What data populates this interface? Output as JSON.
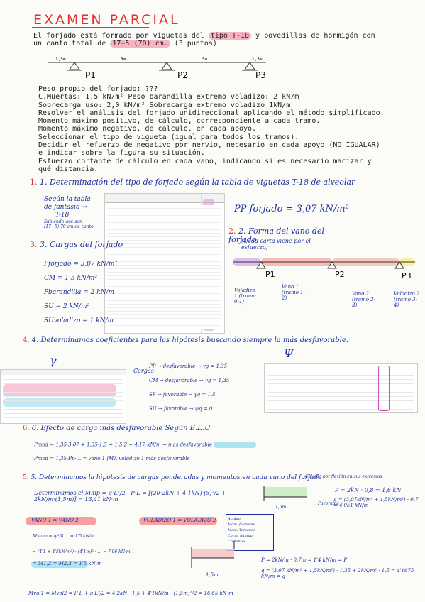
{
  "title": "EXAMEN PARCIAL",
  "intro": {
    "line1_a": "El forjado está formado por viguetas del ",
    "line1_hl": "tipo T-18",
    "line1_b": " y bovedillas de hormigón con",
    "line2_a": "un canto total de ",
    "line2_hl": "17+5 (70) cm.",
    "line2_b": " (3 puntos)"
  },
  "beam": {
    "dim1": "1,5m",
    "dim2": "5m",
    "dim3": "5m",
    "dim4": "1,5m",
    "supports": [
      "P1",
      "P2",
      "P3"
    ]
  },
  "data_lines": [
    "Peso propio del forjado:          ???",
    "C.Muertas:     1.5 kN/m²      Peso barandilla extremo voladizo:  2 kN/m",
    "Sobrecarga uso: 2,0 kN/m²   Sobrecarga extremo voladizo 1kN/m",
    "Resolver el análisis del forjado unidireccional aplicando el método simplificado.",
    "Momento máximo positivo, de cálculo, correspondiente a cada tramo.",
    "Momento máximo negativo, de cálculo, en cada apoyo.",
    "Seleccionar el tipo de vigueta (igual para todos los tramos).",
    "Decidir el refuerzo de negativo por nervio, necesario en cada apoyo (NO IGUALAR)",
    "e indicar sobre la figura su situación.",
    "Esfuerzo cortante de cálculo en cada vano, indicando si es necesario macizar y",
    "qué distancia."
  ],
  "hand": {
    "s1": "1. Determinación del tipo de forjado según la tabla de viguetas T-18 de alveolar",
    "s1_note1": "Según la tabla",
    "s1_note2": "de fantasio →",
    "s1_note3": "T-18",
    "s1_note4": "Sabiendo que son",
    "s1_note5": "(17+5) 70 cm de canto",
    "pp": "PP forjado = 3,07 kN/m²",
    "s2": "2. Forma del vano del forjado",
    "s2_sub": "(Cada carta viene por el esfuerzo)",
    "s3": "3. Cargas del forjado",
    "loads": [
      "Pforjado = 3,07 kN/m²",
      "CM = 1,5 kN/m²",
      "Pbarandilla = 2 kN/m",
      "SU = 2 kN/m²",
      "SUvoladizo = 1 kN/m"
    ],
    "labels": [
      "Voladizo 1 (tramo 0-1)",
      "Vano 1 (tramo 1-2)",
      "Vano 2 (tramo 2-3)",
      "Voladizo 2 (tramo 3-4)"
    ],
    "s4": "4. Determinamos coeficientes para las hipótesis buscando siempre la más desfavorable.",
    "gamma": "γ",
    "psi": "Ψ",
    "s4_cargas": "Cargas",
    "s4_items": [
      "PP → desfavorable → γg = 1,35",
      "CM → desfavorable → γg = 1,35",
      "SP → favorable → γq = 1,5",
      "SU → favorable → ψq = 0"
    ],
    "s6": "6. Efecto de carga más desfavorable     Según E.L.U",
    "s6_l1": "Pmod = 1,35·3,07 + 1,35·1,5 + 1,5·2 = 4,17 kN/m  → más desfavorable",
    "s6_l2": "Pmod = 1,35·Pp·... = vano 1 (M), voladizo 1 más desfavorable",
    "s5": "5. Determinamos la hipótesis de cargas ponderadas y momentos en cada vano del forjado",
    "s5_right": "Cálculo por flexión en sus extremos",
    "mhip": "Determinamos el Mhip = q·L²/2 · P·L = [(20·2kN + 4·1kN)·(5)²/2 + 2kN/m·(1,5m)] = 13,41 kN·m",
    "p1": "P = 2kN · 0,8 = 1,6 kN",
    "q1": "q = (3,07kN/m² + 1,5kN/m²) · 0,7 = 4'051 kN/m",
    "vano1": "VANO 1 = VANO 2",
    "voladizo": "VOLADIZO 1 = VOLADIZO 2",
    "actuan": [
      "Actúan",
      "Mom. flectores",
      "Mom. Torsores",
      "Carga puntual",
      "Cortantes"
    ],
    "vano_calc1": "Mvano = ql²/8 ... = 1'5 kN/m ...",
    "vano_calc2": "= (4'1 + 4'5kN/m²) · (4'1m)² · ... = 7'06 kN·m",
    "vano_calc3": "= M1,2 = M2,3 = 1'5 kN·m",
    "p2": "P = 2kN/m · 0,7m = 1'4 kN/m = P",
    "q2": "q = (3,07 kN/m² + 1,5kN/m²) · 1,35 + 2kN/m² · 1,5 = 4'1675 kN/m = q",
    "mfinal": "Mvol1 = Mvol2 = P·L + q·L²/2 = 4,2kN · 1,5 + 4'1kN/m · (1,5m)²/2 = 16'65 kN·m",
    "dim15": "1,5m",
    "fav": "Favorable"
  },
  "colors": {
    "accent_red": "#e0312b",
    "pen_blue": "#1d2f9a",
    "highlight_pink": "#f7b3bf",
    "highlight_blue": "#aee4f2",
    "highlight_yellow": "#fbf0a0"
  }
}
